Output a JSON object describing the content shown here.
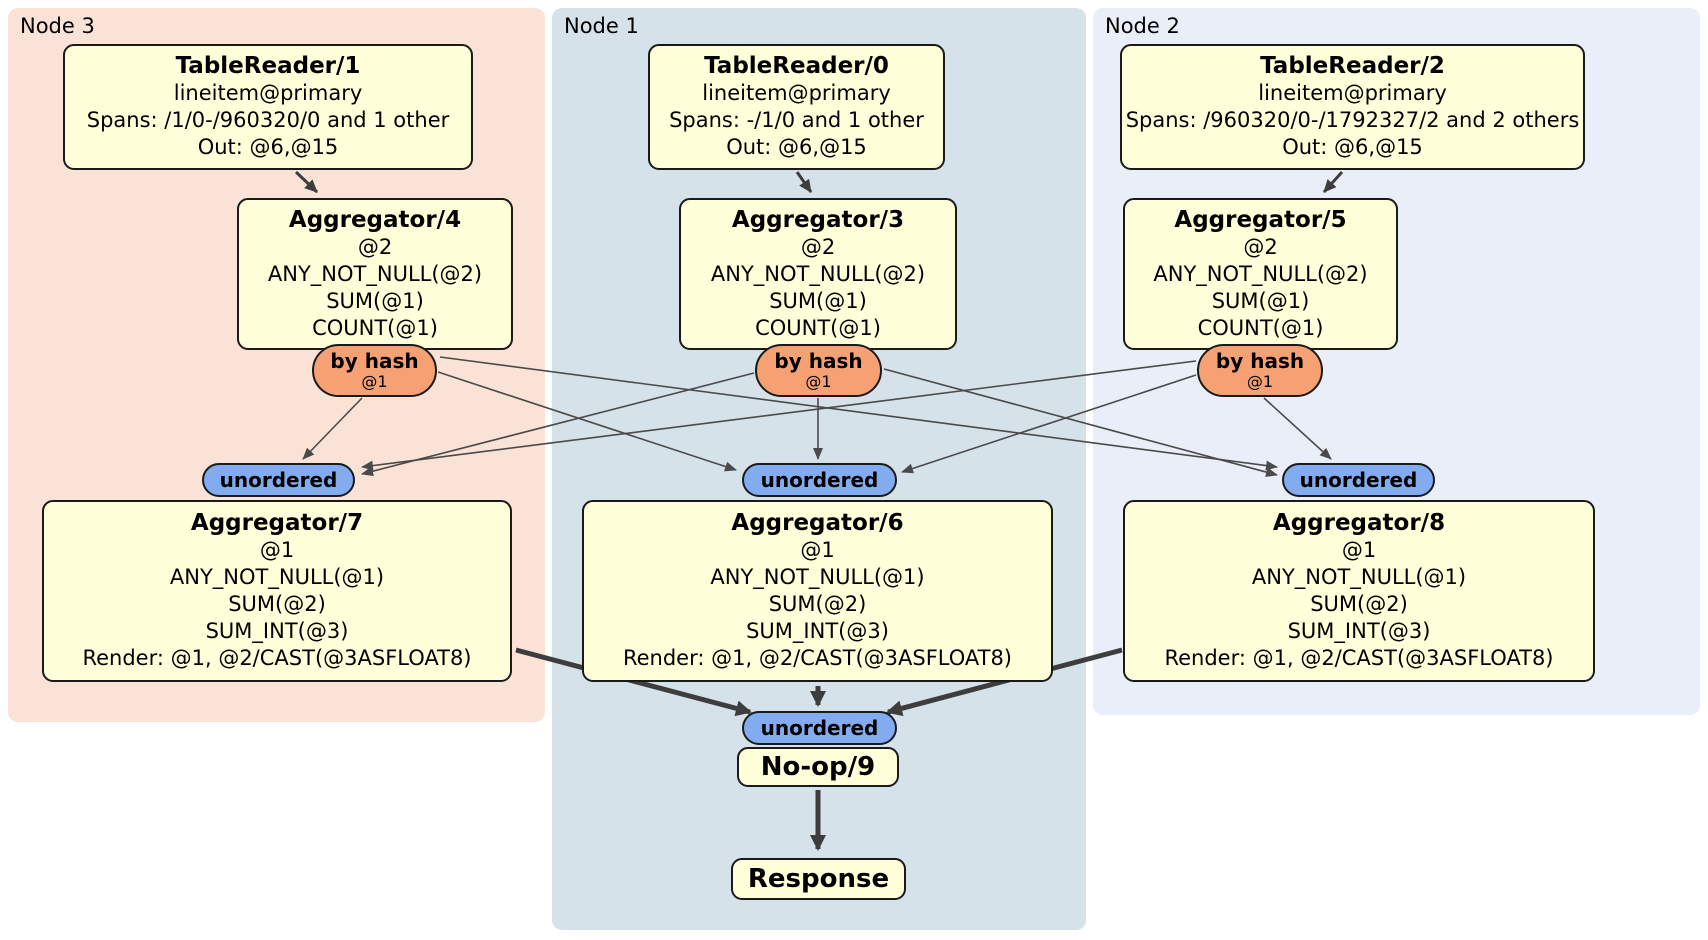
{
  "regions": [
    {
      "label": "Node 3",
      "bg": "#fbe2d6"
    },
    {
      "label": "Node 1",
      "bg": "#d5e2ea"
    },
    {
      "label": "Node 2",
      "bg": "#e9eef8"
    }
  ],
  "processors": {
    "tr1": {
      "title": "TableReader/1",
      "lines": [
        "lineitem@primary",
        "Spans: /1/0-/960320/0 and 1 other",
        "Out: @6,@15"
      ]
    },
    "tr0": {
      "title": "TableReader/0",
      "lines": [
        "lineitem@primary",
        "Spans: -/1/0 and 1 other",
        "Out: @6,@15"
      ]
    },
    "tr2": {
      "title": "TableReader/2",
      "lines": [
        "lineitem@primary",
        "Spans: /960320/0-/1792327/2 and 2 others",
        "Out: @6,@15"
      ]
    },
    "agg4": {
      "title": "Aggregator/4",
      "lines": [
        "@2",
        "ANY_NOT_NULL(@2)",
        "SUM(@1)",
        "COUNT(@1)"
      ]
    },
    "agg3": {
      "title": "Aggregator/3",
      "lines": [
        "@2",
        "ANY_NOT_NULL(@2)",
        "SUM(@1)",
        "COUNT(@1)"
      ]
    },
    "agg5": {
      "title": "Aggregator/5",
      "lines": [
        "@2",
        "ANY_NOT_NULL(@2)",
        "SUM(@1)",
        "COUNT(@1)"
      ]
    },
    "agg7": {
      "title": "Aggregator/7",
      "lines": [
        "@1",
        "ANY_NOT_NULL(@1)",
        "SUM(@2)",
        "SUM_INT(@3)",
        "Render: @1, @2/CAST(@3ASFLOAT8)"
      ]
    },
    "agg6": {
      "title": "Aggregator/6",
      "lines": [
        "@1",
        "ANY_NOT_NULL(@1)",
        "SUM(@2)",
        "SUM_INT(@3)",
        "Render: @1, @2/CAST(@3ASFLOAT8)"
      ]
    },
    "agg8": {
      "title": "Aggregator/8",
      "lines": [
        "@1",
        "ANY_NOT_NULL(@1)",
        "SUM(@2)",
        "SUM_INT(@3)",
        "Render: @1, @2/CAST(@3ASFLOAT8)"
      ]
    },
    "noop": {
      "title": "No-op/9"
    },
    "response": {
      "title": "Response"
    }
  },
  "routers": [
    {
      "label": "by hash",
      "sub": "@1"
    },
    {
      "label": "by hash",
      "sub": "@1"
    },
    {
      "label": "by hash",
      "sub": "@1"
    }
  ],
  "streams": [
    {
      "label": "unordered"
    },
    {
      "label": "unordered"
    },
    {
      "label": "unordered"
    },
    {
      "label": "unordered"
    }
  ],
  "edges": [
    {
      "from": "TableReader/1",
      "to": "Aggregator/4"
    },
    {
      "from": "TableReader/0",
      "to": "Aggregator/3"
    },
    {
      "from": "TableReader/2",
      "to": "Aggregator/5"
    },
    {
      "from": "Aggregator/4 by hash @1",
      "to": "unordered Aggregator/7"
    },
    {
      "from": "Aggregator/4 by hash @1",
      "to": "unordered Aggregator/6"
    },
    {
      "from": "Aggregator/4 by hash @1",
      "to": "unordered Aggregator/8"
    },
    {
      "from": "Aggregator/3 by hash @1",
      "to": "unordered Aggregator/7"
    },
    {
      "from": "Aggregator/3 by hash @1",
      "to": "unordered Aggregator/6"
    },
    {
      "from": "Aggregator/3 by hash @1",
      "to": "unordered Aggregator/8"
    },
    {
      "from": "Aggregator/5 by hash @1",
      "to": "unordered Aggregator/7"
    },
    {
      "from": "Aggregator/5 by hash @1",
      "to": "unordered Aggregator/6"
    },
    {
      "from": "Aggregator/5 by hash @1",
      "to": "unordered Aggregator/8"
    },
    {
      "from": "Aggregator/7",
      "to": "unordered No-op/9"
    },
    {
      "from": "Aggregator/6",
      "to": "unordered No-op/9"
    },
    {
      "from": "Aggregator/8",
      "to": "unordered No-op/9"
    },
    {
      "from": "No-op/9",
      "to": "Response"
    }
  ],
  "colors": {
    "processor_fill": "#ffffd9",
    "router_fill": "#f5a173",
    "stream_fill": "#82abf0",
    "edge_thin": "#4a4a4a",
    "edge_thick": "#3d3d3d",
    "node3_bg": "#fbe2d6",
    "node1_bg": "#d5e2ea",
    "node2_bg": "#e9eef8"
  }
}
